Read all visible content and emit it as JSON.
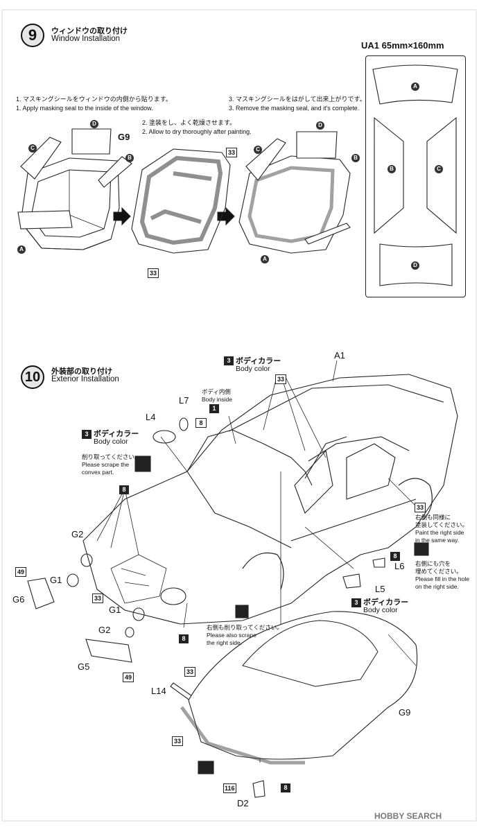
{
  "step9": {
    "number": "9",
    "title_jp": "ウィンドウの取り付け",
    "title_en": "Window Installation",
    "instr1_jp": "1. マスキングシールをウィンドウの内側から貼ります。",
    "instr1_en": "1. Apply masking seal to the inside of the window.",
    "instr2_jp": "2. 塗装をし、よく乾燥させます。",
    "instr2_en": "2. Allow to dry thoroughly after painting.",
    "instr3_jp": "3. マスキングシールをはがして出来上がりです。",
    "instr3_en": "3. Remove the masking seal, and it's complete.",
    "labels": {
      "a": "A",
      "b": "B",
      "c": "C",
      "d": "D",
      "g9": "G9",
      "color33": "33"
    },
    "ua1_title": "UA1  65mm×160mm"
  },
  "step10": {
    "number": "10",
    "title_jp": "外装部の取り付け",
    "title_en": "Exterior Installation",
    "body_color_jp": "ボディカラー",
    "body_color_en": "Body color",
    "body_inside_jp": "ボディ内側",
    "body_inside_en": "Body inside",
    "scrape_jp": "削り取ってください。",
    "scrape_en1": "Please scrape the",
    "scrape_en2": "convex part.",
    "scrape_right_jp": "右側も削り取ってください。",
    "scrape_right_en1": "Please also scrape",
    "scrape_right_en2": "the right side.",
    "paint_right_jp1": "右側も同様に",
    "paint_right_jp2": "塗装してください。",
    "paint_right_en1": "Paint the right side",
    "paint_right_en2": "in the same way.",
    "fill_hole_jp1": "右側にも穴を",
    "fill_hole_jp2": "埋めてください。",
    "fill_hole_en1": "Please fill in the hole",
    "fill_hole_en2": "on the right side.",
    "colors": {
      "c1": "1",
      "c3": "3",
      "c8": "8",
      "c33": "33",
      "c49": "49",
      "c116": "116"
    },
    "parts": {
      "a1": "A1",
      "l7": "L7",
      "l4": "L4",
      "g2": "G2",
      "g1": "G1",
      "g6": "G6",
      "g5": "G5",
      "l6": "L6",
      "l5": "L5",
      "l14": "L14",
      "g9": "G9",
      "d2": "D2"
    }
  },
  "watermark": "HOBBY SEARCH"
}
